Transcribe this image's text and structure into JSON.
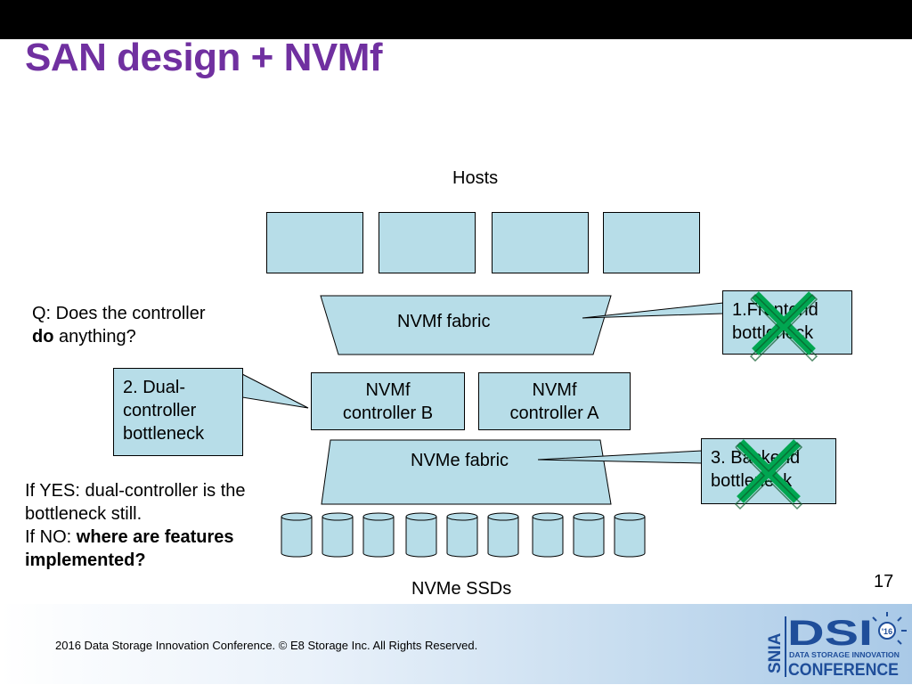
{
  "slide": {
    "title": "SAN design + NVMf",
    "page_number": "17",
    "footer": "2016 Data Storage Innovation Conference. © E8 Storage Inc.  All Rights Reserved."
  },
  "diagram": {
    "hosts_label": "Hosts",
    "host_count": 4,
    "nvmf_fabric_label": "NVMf fabric",
    "controller_b": [
      "NVMf",
      "controller B"
    ],
    "controller_a": [
      "NVMf",
      "controller A"
    ],
    "nvme_fabric_label": "NVMe fabric",
    "ssd_count": 9,
    "ssds_label": "NVMe SSDs",
    "callout_frontend": [
      "1.Frontend",
      "bottleneck"
    ],
    "callout_dual": [
      "2. Dual-",
      "controller",
      "bottleneck"
    ],
    "callout_backend": [
      "3. Backend",
      "bottleneck"
    ]
  },
  "text": {
    "question_line1": "Q: Does the controller",
    "question_bold": "do",
    "question_rest": " anything?",
    "yes_line1": "If YES: dual-controller is the",
    "yes_line2": "bottleneck still.",
    "no_prefix": "If NO: ",
    "no_bold1": "where are features",
    "no_bold2": "implemented?"
  },
  "logo": {
    "org": "SNIA",
    "mark": "DSI",
    "year": "'16",
    "sub": "DATA STORAGE INNOVATION",
    "event": "CONFERENCE"
  },
  "colors": {
    "title": "#7030a0",
    "box_fill": "#b7dde8",
    "cross": "#00a651",
    "logo_blue": "#1f4e9a"
  }
}
